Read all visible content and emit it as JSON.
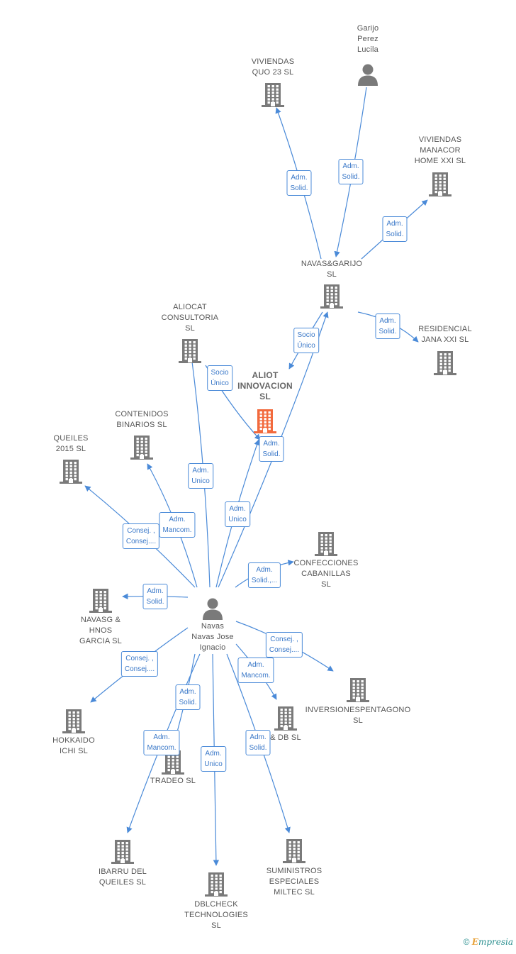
{
  "colors": {
    "edge": "#4a8ad8",
    "node": "#7a7a7a",
    "highlight": "#f26a3d"
  },
  "nodes": [
    {
      "id": "garijo",
      "label": "Garijo\nPerez\nLucila",
      "type": "person"
    },
    {
      "id": "viviendas_quo",
      "label": "VIVIENDAS\nQUO 23  SL",
      "type": "company"
    },
    {
      "id": "viviendas_manacor",
      "label": "VIVIENDAS\nMANACOR\nHOME XXI  SL",
      "type": "company"
    },
    {
      "id": "navas_garijo",
      "label": "NAVAS&GARIJO\nSL",
      "type": "company"
    },
    {
      "id": "residencial",
      "label": "RESIDENCIAL\nJANA XXI  SL",
      "type": "company"
    },
    {
      "id": "aliocat",
      "label": "ALIOCAT\nCONSULTORIA\nSL",
      "type": "company"
    },
    {
      "id": "aliot",
      "label": "ALIOT\nINNOVACION\nSL",
      "type": "company",
      "highlight": true
    },
    {
      "id": "contenidos",
      "label": "CONTENIDOS\nBINARIOS  SL",
      "type": "company"
    },
    {
      "id": "queiles",
      "label": "QUEILES\n2015  SL",
      "type": "company"
    },
    {
      "id": "confecciones",
      "label": "CONFECCIONES\nCABANILLAS\nSL",
      "type": "company"
    },
    {
      "id": "navasg",
      "label": "NAVASG &\nHNOS\nGARCIA  SL",
      "type": "company"
    },
    {
      "id": "person",
      "label": "Navas\nNavas Jose\nIgnacio",
      "type": "person"
    },
    {
      "id": "inversiones",
      "label": "INVERSIONESPENTAGONO\nSL",
      "type": "company"
    },
    {
      "id": "hokkaido",
      "label": "HOKKAIDO\nICHI SL",
      "type": "company"
    },
    {
      "id": "db",
      "label": "& DB  SL",
      "type": "company"
    },
    {
      "id": "tradeo",
      "label": "TRADEO  SL",
      "type": "company"
    },
    {
      "id": "ibarru",
      "label": "IBARRU DEL\nQUEILES  SL",
      "type": "company"
    },
    {
      "id": "dblcheck",
      "label": "DBLCHECK\nTECHNOLOGIES\nSL",
      "type": "company"
    },
    {
      "id": "suministros",
      "label": "SUMINISTROS\nESPECIALES\nMILTEC SL",
      "type": "company"
    }
  ],
  "edges": [
    {
      "from": "navas_garijo",
      "to": "viviendas_quo",
      "label": "Adm.\nSolid."
    },
    {
      "from": "garijo",
      "to": "navas_garijo",
      "label": "Adm.\nSolid."
    },
    {
      "from": "navas_garijo",
      "to": "viviendas_manacor",
      "label": "Adm.\nSolid."
    },
    {
      "from": "navas_garijo",
      "to": "residencial",
      "label": "Adm.\nSolid."
    },
    {
      "from": "navas_garijo",
      "to": "aliot",
      "label": "Socio\nÚnico"
    },
    {
      "from": "aliocat",
      "to": "aliot",
      "label": "Socio\nÚnico"
    },
    {
      "from": "person",
      "to": "aliocat",
      "label": "Adm.\nUnico"
    },
    {
      "from": "person",
      "to": "aliot",
      "label": "Adm.\nSolid."
    },
    {
      "from": "person",
      "to": "navas_garijo",
      "label": "Adm.\nUnico"
    },
    {
      "from": "person",
      "to": "contenidos",
      "label": "Adm.\nMancom."
    },
    {
      "from": "person",
      "to": "queiles",
      "label": "Consej. ,\nConsej...."
    },
    {
      "from": "person",
      "to": "confecciones",
      "label": "Adm.\nSolid.,..."
    },
    {
      "from": "person",
      "to": "navasg",
      "label": "Adm.\nSolid."
    },
    {
      "from": "person",
      "to": "hokkaido",
      "label": "Consej. ,\nConsej...."
    },
    {
      "from": "person",
      "to": "inversiones",
      "label": "Consej. ,\nConsej...."
    },
    {
      "from": "person",
      "to": "db",
      "label": "Adm.\nMancom."
    },
    {
      "from": "person",
      "to": "tradeo",
      "label": "Adm.\nSolid."
    },
    {
      "from": "person",
      "to": "ibarru",
      "label": "Adm.\nMancom."
    },
    {
      "from": "person",
      "to": "dblcheck",
      "label": "Adm.\nUnico"
    },
    {
      "from": "person",
      "to": "suministros",
      "label": "Adm.\nSolid."
    }
  ],
  "footer": {
    "copyright": "©",
    "brand_initial": "E",
    "brand_rest": "mpresia"
  }
}
